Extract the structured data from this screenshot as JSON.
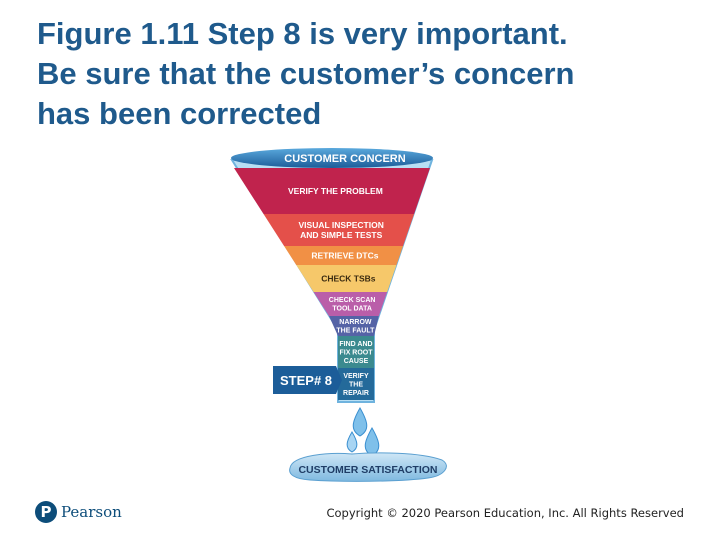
{
  "title_lines": [
    "Figure 1.11 Step 8 is very important.",
    "Be sure that the customer’s concern",
    "has been corrected"
  ],
  "funnel": {
    "top_label": "CUSTOMER CONCERN",
    "steps": [
      {
        "lines": [
          "VERIFY THE PROBLEM"
        ],
        "color": "#c0234d"
      },
      {
        "lines": [
          "VISUAL INSPECTION",
          "AND SIMPLE TESTS"
        ],
        "color": "#e4504a"
      },
      {
        "lines": [
          "RETRIEVE DTCs"
        ],
        "color": "#f19045"
      },
      {
        "lines": [
          "CHECK TSBs"
        ],
        "color": "#f6c86a"
      },
      {
        "lines": [
          "CHECK SCAN",
          "TOOL DATA"
        ],
        "color": "#ba5ea9"
      },
      {
        "lines": [
          "NARROW",
          "THE FAULT"
        ],
        "color": "#5563a6"
      },
      {
        "lines": [
          "FIND AND",
          "FIX ROOT",
          "CAUSE"
        ],
        "color": "#3b8a8f"
      },
      {
        "lines": [
          "VERIFY",
          "THE",
          "REPAIR"
        ],
        "color": "#246a9a"
      }
    ],
    "step_callout": "STEP# 8",
    "bottom_label": "CUSTOMER SATISFACTION"
  },
  "logo": {
    "mark": "P",
    "text": "Pearson"
  },
  "copyright": "Copyright © 2020 Pearson Education, Inc. All Rights Reserved"
}
